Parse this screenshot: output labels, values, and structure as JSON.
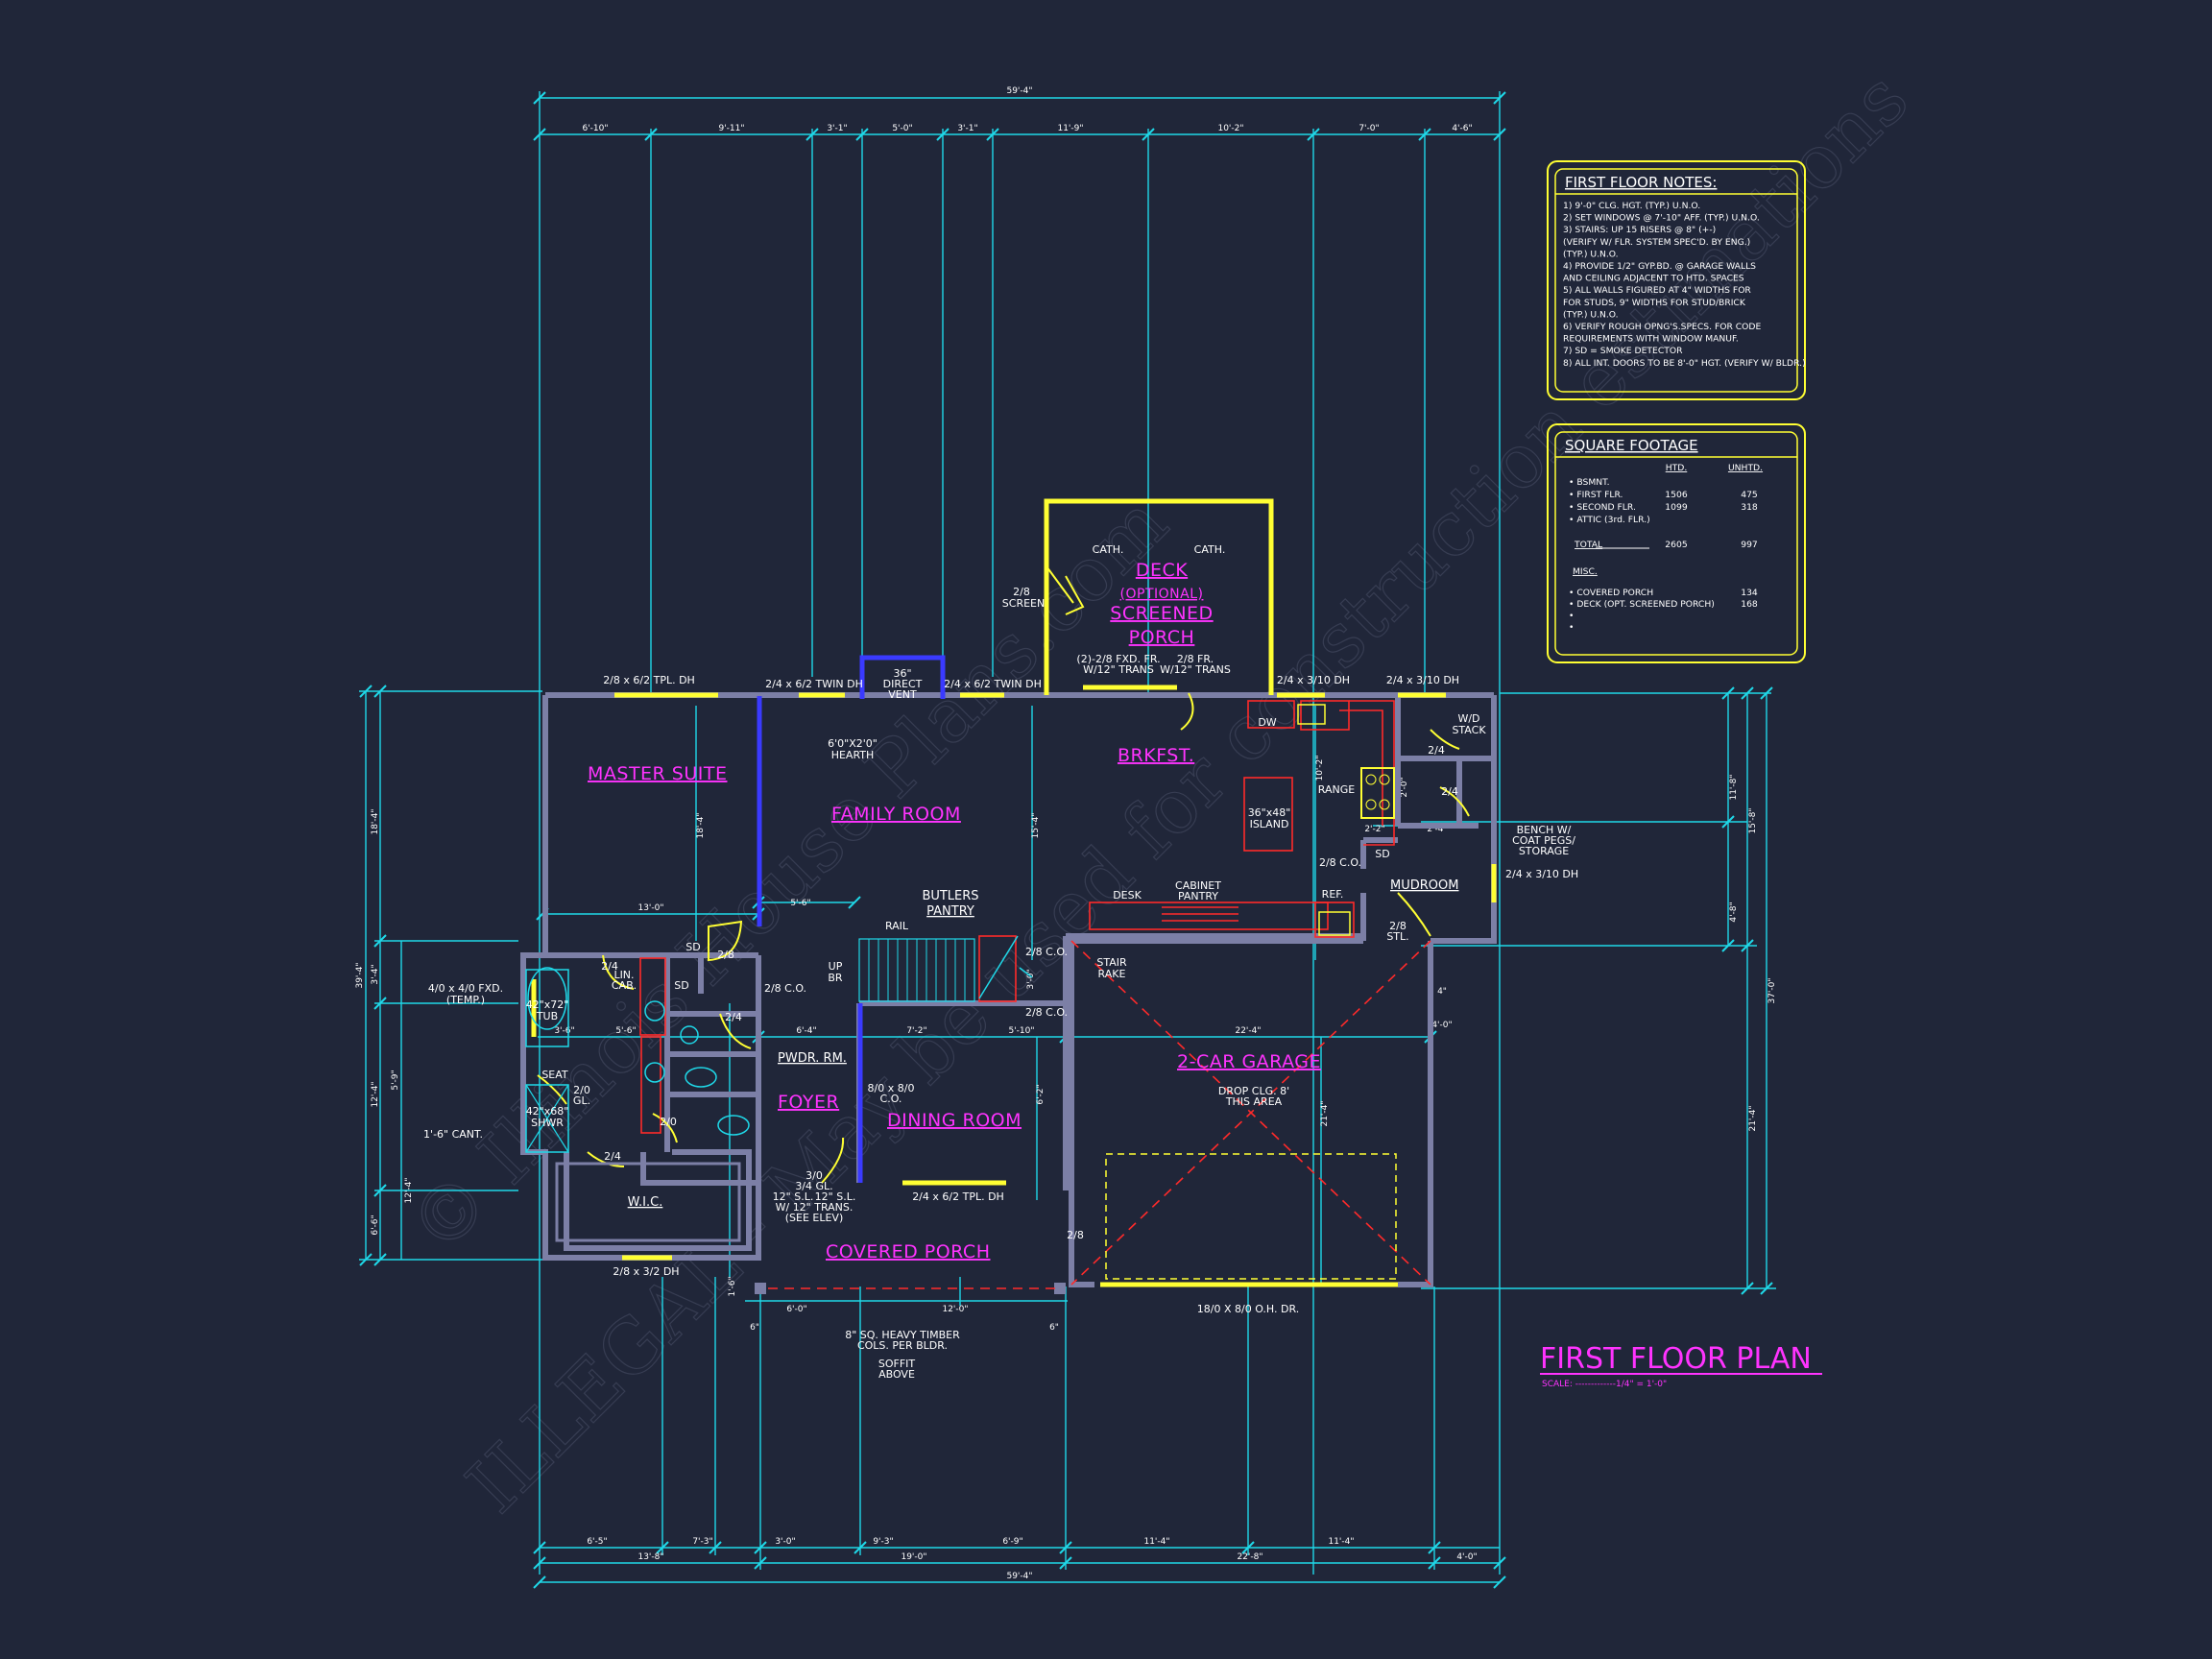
{
  "plan": {
    "title": "FIRST FLOOR PLAN",
    "scale": "SCALE: -------------1/4\" = 1'-0\"",
    "watermark_lines": [
      "© Illinois House Plans.com",
      "ILLEGAL - May be used for construction estimations"
    ]
  },
  "rooms": {
    "master_suite": "MASTER SUITE",
    "family_room": "FAMILY ROOM",
    "brkfst": "BRKFST.",
    "deck_line1": "DECK",
    "deck_line2": "(OPTIONAL)",
    "deck_line3": "SCREENED",
    "deck_line4": "PORCH",
    "foyer": "FOYER",
    "dining_room": "DINING ROOM",
    "covered_porch": "COVERED PORCH",
    "garage": "2-CAR GARAGE",
    "mudroom": "MUDROOM",
    "pwdr_rm": "PWDR. RM.",
    "butlers_pantry_1": "BUTLERS",
    "butlers_pantry_2": "PANTRY",
    "wic": "W.I.C."
  },
  "labels": {
    "cath_left": "CATH.",
    "cath_right": "CATH.",
    "screen_1": "2/8",
    "screen_2": "SCREEN",
    "fr_left_1": "(2)-2/8 FXD. FR.",
    "fr_left_2": "W/12\" TRANS",
    "fr_right_1": "2/8 FR.",
    "fr_right_2": "W/12\" TRANS",
    "vent_1": "36\"",
    "vent_2": "DIRECT",
    "vent_3": "VENT",
    "hearth_1": "6'0\"X2'0\"",
    "hearth_2": "HEARTH",
    "dw": "DW",
    "range": "RANGE",
    "island_1": "36\"x48\"",
    "island_2": "ISLAND",
    "wd_1": "W/D",
    "wd_2": "STACK",
    "bench_1": "BENCH W/",
    "bench_2": "COAT PEGS/",
    "bench_3": "STORAGE",
    "desk": "DESK",
    "cab_pantry_1": "CABINET",
    "cab_pantry_2": "PANTRY",
    "ref": "REF.",
    "co_28_a": "2/8 C.O.",
    "co_28_b": "2/8 C.O.",
    "co_28_c": "2/8 C.O.",
    "co_28_d": "2/8 C.O.",
    "rail": "RAIL",
    "up": "UP",
    "br": "BR",
    "stair_rake_1": "STAIR",
    "stair_rake_2": "RAKE",
    "drop_clg_1": "DROP CLG. 8'",
    "drop_clg_2": "THIS AREA",
    "lin_cab_1": "LIN.",
    "lin_cab_2": "CAB.",
    "fxd_win_1": "4/0 x 4/0 FXD.",
    "fxd_win_2": "(TEMP.)",
    "tub_1": "42\"x72\"",
    "tub_2": "TUB",
    "seat": "SEAT",
    "shwr_1": "42\"x68\"",
    "shwr_2": "SHWR",
    "cant": "1'-6\" CANT.",
    "co_810_1": "8/0 x 8/0",
    "co_810_2": "C.O.",
    "door_310_1": "3/0",
    "door_310_2": "3/4 GL.",
    "sl_left": "12\" S.L.",
    "sl_right": "12\" S.L.",
    "trans_1": "W/ 12\" TRANS.",
    "trans_2": "(SEE ELEV)",
    "cols_1": "8\" SQ. HEAVY TIMBER",
    "cols_2": "COLS. PER BLDR.",
    "soffit_1": "SOFFIT",
    "soffit_2": "ABOVE",
    "ohdr": "18/0 X 8/0 O.H. DR.",
    "w_tpl_top": "2/8 x 6/2 TPL. DH",
    "w_twin_1": "2/4 x 6/2 TWIN DH",
    "w_twin_2": "2/4 x 6/2 TWIN DH",
    "w_310_a": "2/4 x 3/10 DH",
    "w_310_b": "2/4 x 3/10 DH",
    "w_310_c": "2/4 x 3/10 DH",
    "w_bottom_tpl": "2/4 x 6/2 TPL. DH",
    "w_wic": "2/8 x 3/2 DH",
    "d_24_a": "2/4",
    "d_24_b": "2/4",
    "d_24_c": "2/4",
    "d_24_d": "2/4",
    "d_24_e": "2/4",
    "d_28_a": "2/8",
    "d_28_b": "2/8",
    "d_20": "2/0",
    "d_20gl_1": "2/0",
    "d_20gl_2": "GL.",
    "d_28stl_1": "2/8",
    "d_28stl_2": "STL.",
    "sd_a": "SD",
    "sd_b": "SD",
    "sd_c": "SD"
  },
  "dims": {
    "overall_top": "59'-4\"",
    "overall_bottom": "59'-4\"",
    "top_segments": [
      "6'-10\"",
      "9'-11\"",
      "3'-1\"",
      "5'-0\"",
      "3'-1\"",
      "11'-9\"",
      "10'-2\"",
      "7'-0\"",
      "4'-6\""
    ],
    "bottom_row1": [
      "6'-5\"",
      "7'-3\"",
      "3'-0\"",
      "9'-3\"",
      "6'-9\"",
      "11'-4\"",
      "11'-4\""
    ],
    "bottom_row2": [
      "13'-8\"",
      "19'-0\"",
      "22'-8\"",
      "4'-0\""
    ],
    "left_outer": "39'-4\"",
    "left_a": [
      "18'-4\"",
      "3'-4\"",
      "12'-4\"",
      "6'-6\""
    ],
    "left_b": [
      "5'-9\"",
      "12'-4\""
    ],
    "right_outer": "37'-0\"",
    "right_a": [
      "11'-8\"",
      "4'-8\""
    ],
    "right_b": [
      "15'-8\"",
      "21'-4\""
    ],
    "interior": [
      "13'-0\"",
      "5'-6\"",
      "3'-6\"",
      "5'-6\"",
      "6'-4\"",
      "7'-2\"",
      "5'-10\"",
      "22'-4\"",
      "4'-0\"",
      "2'-2\"",
      "2'-4\"",
      "18'-4\"",
      "15'-4\"",
      "10'-2\"",
      "6'-2\"",
      "3'-0\"",
      "1'-6\"",
      "6'-0\"",
      "12'-0\"",
      "6\"",
      "6\"",
      "21'-4\"",
      "4\"",
      "2'-0\""
    ]
  },
  "notes": {
    "title": "FIRST FLOOR NOTES:",
    "items": [
      "1) 9'-0\" CLG. HGT. (TYP.) U.N.O.",
      "2) SET WINDOWS @ 7'-10\" AFF. (TYP.) U.N.O.",
      "3) STAIRS: UP 15 RISERS @ 8\" (+-)",
      "    (VERIFY W/ FLR. SYSTEM SPEC'D. BY ENG.)",
      "    (TYP.) U.N.O.",
      "4) PROVIDE 1/2\" GYP.BD. @ GARAGE WALLS",
      "    AND CEILING ADJACENT TO HTD. SPACES",
      "5) ALL WALLS FIGURED AT 4\" WIDTHS FOR",
      "    FOR STUDS, 9\" WIDTHS FOR STUD/BRICK",
      "    (TYP.) U.N.O.",
      "6) VERIFY ROUGH OPNG'S.SPECS. FOR CODE",
      "    REQUIREMENTS WITH WINDOW MANUF.",
      "7) SD = SMOKE DETECTOR",
      "8) ALL INT. DOORS TO BE 8'-0\" HGT. (VERIFY W/ BLDR.)"
    ]
  },
  "sqft": {
    "title": "SQUARE FOOTAGE",
    "col_htd": "HTD.",
    "col_unhtd": "UNHTD.",
    "rows": [
      {
        "label": "• BSMNT.",
        "htd": "",
        "unhtd": ""
      },
      {
        "label": "• FIRST FLR.",
        "htd": "1506",
        "unhtd": "475"
      },
      {
        "label": "• SECOND FLR.",
        "htd": "1099",
        "unhtd": "318"
      },
      {
        "label": "• ATTIC (3rd. FLR.)",
        "htd": "",
        "unhtd": ""
      }
    ],
    "total_label": "TOTAL",
    "total_htd": "2605",
    "total_unhtd": "997",
    "misc_title": "MISC.",
    "misc_rows": [
      {
        "label": "• COVERED PORCH",
        "value": "134"
      },
      {
        "label": "• DECK (OPT. SCREENED PORCH)",
        "value": "168"
      },
      {
        "label": "•",
        "value": ""
      },
      {
        "label": "•",
        "value": ""
      }
    ]
  },
  "colors": {
    "background": "#202639",
    "dimension": "#1fd8e8",
    "room_label": "#ff33ff",
    "wall": "#7c7fa6",
    "window": "#ffff33",
    "cabinet": "#ff2a2a",
    "blue_wall": "#3a3aff"
  }
}
